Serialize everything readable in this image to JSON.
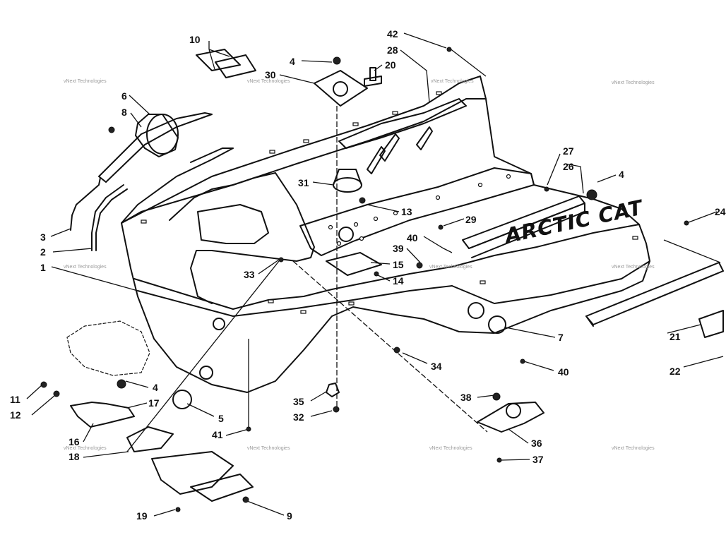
{
  "diagram": {
    "brand_text": "ARCTIC CAT",
    "watermark": "vNext Technologies",
    "callouts": [
      {
        "id": "c10",
        "label": "10"
      },
      {
        "id": "c42",
        "label": "42"
      },
      {
        "id": "c28",
        "label": "28"
      },
      {
        "id": "c4a",
        "label": "4"
      },
      {
        "id": "c20",
        "label": "20"
      },
      {
        "id": "c30",
        "label": "30"
      },
      {
        "id": "c6",
        "label": "6"
      },
      {
        "id": "c8",
        "label": "8"
      },
      {
        "id": "c27",
        "label": "27"
      },
      {
        "id": "c26",
        "label": "26"
      },
      {
        "id": "c4b",
        "label": "4"
      },
      {
        "id": "c31",
        "label": "31"
      },
      {
        "id": "c13",
        "label": "13"
      },
      {
        "id": "c29",
        "label": "29"
      },
      {
        "id": "c24",
        "label": "24"
      },
      {
        "id": "c3",
        "label": "3"
      },
      {
        "id": "c2",
        "label": "2"
      },
      {
        "id": "c40a",
        "label": "40"
      },
      {
        "id": "c39",
        "label": "39"
      },
      {
        "id": "c15",
        "label": "15"
      },
      {
        "id": "c1",
        "label": "1"
      },
      {
        "id": "c33",
        "label": "33"
      },
      {
        "id": "c14",
        "label": "14"
      },
      {
        "id": "c7",
        "label": "7"
      },
      {
        "id": "c21",
        "label": "21"
      },
      {
        "id": "c22",
        "label": "22"
      },
      {
        "id": "c40b",
        "label": "40"
      },
      {
        "id": "c34",
        "label": "34"
      },
      {
        "id": "c4c",
        "label": "4"
      },
      {
        "id": "c11",
        "label": "11"
      },
      {
        "id": "c17",
        "label": "17"
      },
      {
        "id": "c12",
        "label": "12"
      },
      {
        "id": "c5",
        "label": "5"
      },
      {
        "id": "c35",
        "label": "35"
      },
      {
        "id": "c38",
        "label": "38"
      },
      {
        "id": "c32",
        "label": "32"
      },
      {
        "id": "c41",
        "label": "41"
      },
      {
        "id": "c16",
        "label": "16"
      },
      {
        "id": "c18",
        "label": "18"
      },
      {
        "id": "c36",
        "label": "36"
      },
      {
        "id": "c37",
        "label": "37"
      },
      {
        "id": "c19",
        "label": "19"
      },
      {
        "id": "c9",
        "label": "9"
      }
    ]
  }
}
